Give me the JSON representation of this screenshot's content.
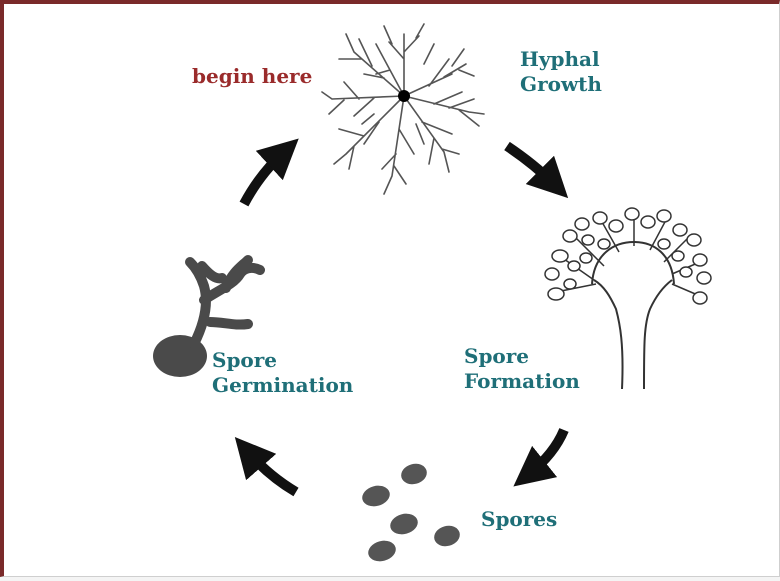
{
  "labels": {
    "begin_here": "begin here",
    "hyphal_growth": [
      "Hyphal",
      "Growth"
    ],
    "spore_formation": [
      "Spore",
      "Formation"
    ],
    "spore_germination": [
      "Spore",
      "Germination"
    ],
    "spores": "Spores"
  },
  "colors": {
    "frame": "#7a2a2a",
    "begin_text": "#9a2b2b",
    "stage_text": "#1f6f78",
    "arrow": "#111111",
    "spore_fill": "#555555",
    "germination_fill": "#4a4a4a"
  },
  "icons": [
    "mycelium-icon",
    "sporangium-icon",
    "spores-icon",
    "germinating-spore-icon",
    "cycle-arrow-icon"
  ]
}
